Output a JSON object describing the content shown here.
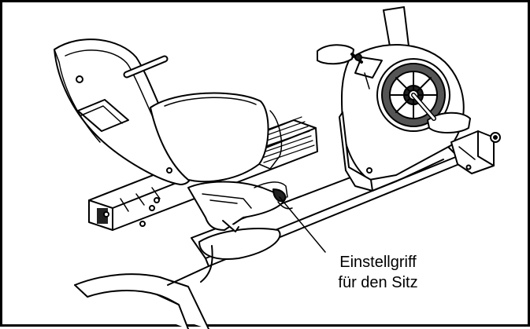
{
  "figure": {
    "callout": {
      "line1": "Einstellgriff",
      "line2": "für den Sitz"
    },
    "colors": {
      "line": "#000000",
      "fill": "#ffffff",
      "shade": "#555555",
      "dark": "#222222"
    },
    "illustration": "recumbent-exercise-bike-line-drawing"
  }
}
